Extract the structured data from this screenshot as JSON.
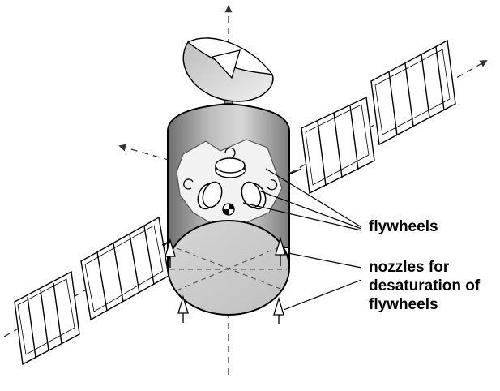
{
  "labels": {
    "flywheels": "flywheels",
    "nozzles": {
      "line1": "nozzles for",
      "line2": "desaturation of",
      "line3": "flywheels"
    }
  },
  "colors": {
    "outline": "#000000",
    "body_dark": "#7a7a7a",
    "body_light": "#e8e8e8",
    "cutout": "#f2f2f2",
    "panel_fill": "#ffffff",
    "axis": "#333333"
  },
  "icons": {
    "satellite": "satellite-illustration",
    "dish": "dish-antenna-icon",
    "flywheel": "flywheel-disc-icon",
    "nozzle": "thruster-nozzle-icon",
    "rotation": "rotation-arrow-icon"
  }
}
